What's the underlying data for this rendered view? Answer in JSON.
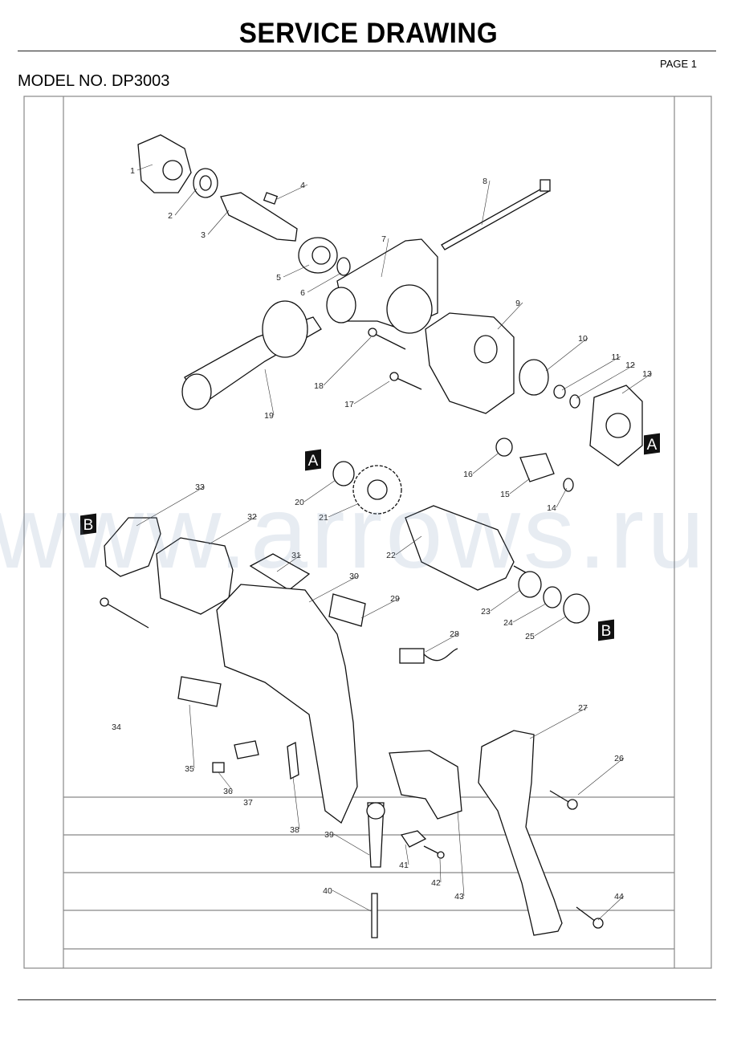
{
  "header": {
    "title": "SERVICE DRAWING",
    "page": "PAGE 1",
    "model": "MODEL NO. DP3003"
  },
  "watermark": "www.arrows.ru",
  "badges": [
    "A",
    "A",
    "B",
    "B"
  ],
  "part_labels": [
    "1",
    "2",
    "3",
    "4",
    "5",
    "6",
    "7",
    "8",
    "9",
    "10",
    "11",
    "12",
    "13",
    "14",
    "15",
    "16",
    "17",
    "18",
    "19",
    "20",
    "21",
    "22",
    "23",
    "24",
    "25",
    "26",
    "27",
    "28",
    "29",
    "30",
    "31",
    "32",
    "33",
    "34",
    "35",
    "36",
    "37",
    "38",
    "39",
    "40",
    "41",
    "42",
    "43",
    "44"
  ]
}
